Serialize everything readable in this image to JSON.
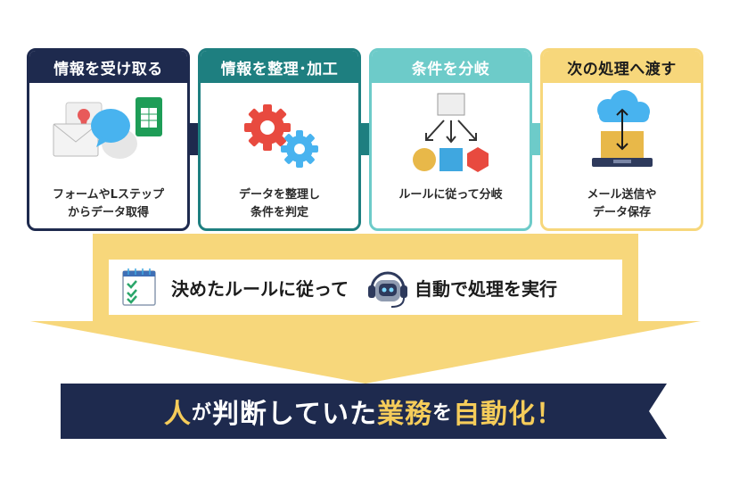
{
  "steps": [
    {
      "title": "情報を受け取る",
      "desc": "フォームやLステップ\nからデータ取得",
      "color": "#1e2a4e",
      "header_text_color": "#ffffff",
      "icon": "mail-chat-spreadsheet-icon"
    },
    {
      "title": "情報を整理･加工",
      "desc": "データを整理し\n条件を判定",
      "color": "#1e7f80",
      "header_text_color": "#ffffff",
      "icon": "gears-icon"
    },
    {
      "title": "条件を分岐",
      "desc": "ルールに従って分岐",
      "color": "#6dcbc9",
      "header_text_color": "#ffffff",
      "icon": "branch-icon"
    },
    {
      "title": "次の処理へ渡す",
      "desc": "メール送信や\nデータ保存",
      "color": "#f7d77b",
      "header_text_color": "#1c1c1c",
      "icon": "cloud-laptop-icon"
    }
  ],
  "rule": {
    "left_text": "決めたルールに従って",
    "right_text": "自動で処理を実行",
    "left_icon": "checklist-icon",
    "right_icon": "robot-icon"
  },
  "banner": {
    "part1": "人",
    "part2": "が",
    "part3": "判断していた",
    "part4": "業務",
    "part5": "を",
    "part6": "自動化！"
  },
  "colors": {
    "navy": "#1e2a4e",
    "teal_dark": "#1e7f80",
    "teal_light": "#6dcbc9",
    "yellow": "#f7d77b",
    "banner_highlight": "#f5cc5a"
  }
}
